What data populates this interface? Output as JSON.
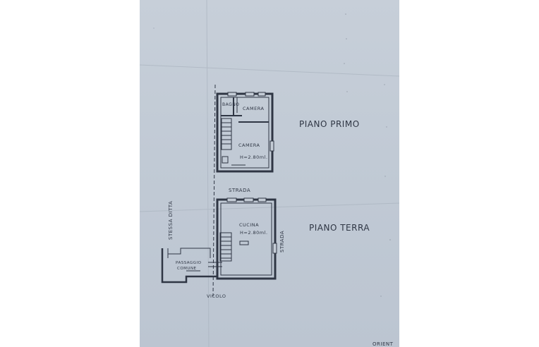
{
  "labels": {
    "bagno": "BAGNO",
    "camera_small": "CAMERA",
    "camera_large": "CAMERA",
    "height_upper": "H=2.80ml.",
    "piano_primo": "PIANO PRIMO",
    "strada_top": "STRADA",
    "stessa_ditta": "STESSA DITTA",
    "piano_terra": "PIANO TERRA",
    "cucina": "CUCINA",
    "height_lower": "H=2.80ml.",
    "strada_side": "STRADA",
    "passaggio_comune_1": "PASSAGGIO",
    "passaggio_comune_2": "COMUNE",
    "vicolo": "VICOLO",
    "orient": "ORIENT"
  },
  "colors": {
    "paper": "#c4ccd6",
    "ink": "#2f3644"
  }
}
